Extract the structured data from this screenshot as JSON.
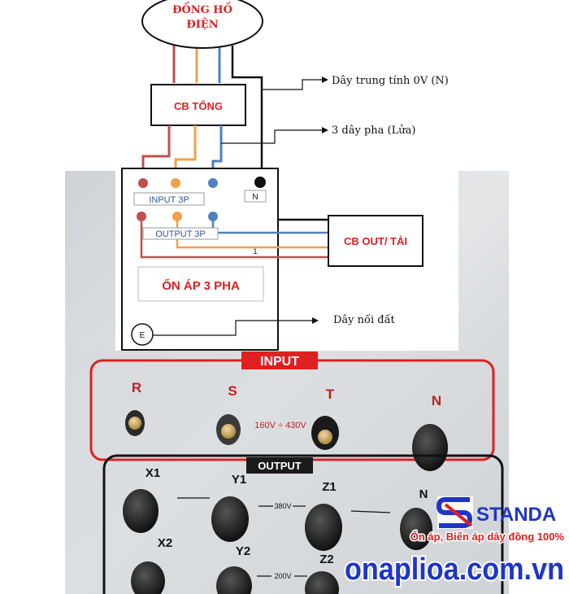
{
  "meter": {
    "line1": "ĐỒNG HỒ",
    "line2": "ĐIỆN"
  },
  "main_breaker": "CB TỔNG",
  "neutral_note": "Dây trung tính 0V (N)",
  "phase_note": "3 dây pha (Lửa)",
  "stabilizer": {
    "input_label": "INPUT 3P",
    "neutral_terminal": "N",
    "output_label": "OUTPUT 3P",
    "title": "ỔN ÁP 3 PHA",
    "ground_terminal": "E"
  },
  "load_breaker": "CB OUT/ TẢI",
  "wire_marker": "1",
  "ground_note": "Dây nối đất",
  "panel": {
    "input_title": "INPUT",
    "input_terminals": [
      "R",
      "S",
      "T",
      "N"
    ],
    "input_range": "160V ÷ 430V",
    "output_title": "OUTPUT",
    "output_top_terminals": [
      "X1",
      "Y1",
      "Z1",
      "N"
    ],
    "output_voltage_top": "380V",
    "output_bottom_terminals": [
      "X2",
      "Y2",
      "Z2"
    ],
    "output_voltage_bottom": "200V"
  },
  "brand": {
    "name": "STANDA",
    "slogan": "Ổn áp, Biến áp dây đồng 100%",
    "website": "onaplioa.com.vn"
  },
  "colors": {
    "wire_red": "#c0504d",
    "wire_orange": "#f0a04b",
    "wire_blue": "#4f81bd",
    "wire_black": "#111111",
    "accent_red": "#e02020",
    "brand_blue": "#1f35c8"
  }
}
